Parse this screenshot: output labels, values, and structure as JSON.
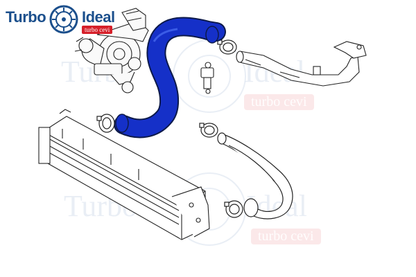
{
  "logo": {
    "word_left": "Turbo",
    "word_right": "Ideal",
    "badge": "turbo cevi"
  },
  "watermarks": [
    {
      "word_left": "Turbo",
      "word_right": "Ideal",
      "badge": "turbo cevi"
    },
    {
      "word_left": "Turbo",
      "word_right": "Ideal",
      "badge": "turbo cevi"
    }
  ],
  "colors": {
    "brand_blue": "#1b4f8c",
    "brand_red": "#d6202a",
    "hose_highlight": "#1530c8",
    "line_art": "#222222"
  },
  "parts": [
    {
      "id": "turbocharger",
      "highlighted": false
    },
    {
      "id": "intake-hose",
      "highlighted": true
    },
    {
      "id": "hose-clamp",
      "highlighted": false
    },
    {
      "id": "outlet-pipe",
      "highlighted": false
    },
    {
      "id": "intercooler",
      "highlighted": false
    },
    {
      "id": "lower-intercooler-hose",
      "highlighted": false
    }
  ]
}
